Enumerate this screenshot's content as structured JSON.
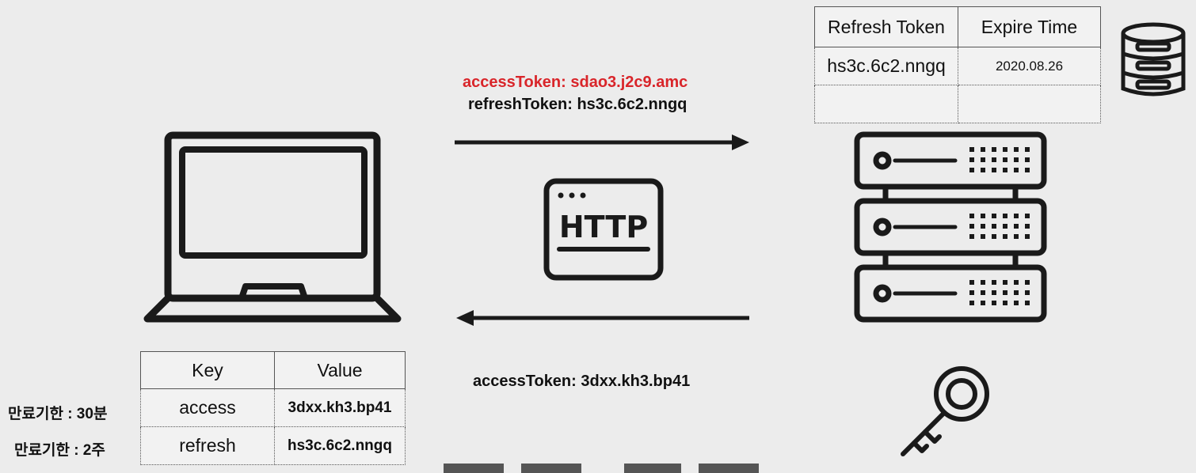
{
  "request": {
    "access_line": "accessToken: sdao3.j2c9.amc",
    "refresh_line": "refreshToken: hs3c.6c2.nngq"
  },
  "response": {
    "access_line": "accessToken: 3dxx.kh3.bp41"
  },
  "http_icon_label": "HTTP",
  "client_table": {
    "headers": [
      "Key",
      "Value"
    ],
    "rows": [
      {
        "key": "access",
        "value": "3dxx.kh3.bp41"
      },
      {
        "key": "refresh",
        "value": "hs3c.6c2.nngq"
      }
    ]
  },
  "expiry_labels": {
    "access": "만료기한 : 30분",
    "refresh": "만료기한 : 2주"
  },
  "server_table": {
    "headers": [
      "Refresh Token",
      "Expire Time"
    ],
    "rows": [
      {
        "token": "hs3c.6c2.nngq",
        "expire": "2020.08.26"
      },
      {
        "token": "",
        "expire": ""
      }
    ]
  },
  "colors": {
    "highlight_text": "#d9252a",
    "stroke": "#1a1a1a",
    "background": "#ececec"
  },
  "icons": [
    "laptop-icon",
    "http-icon",
    "server-icon",
    "database-icon",
    "key-icon"
  ]
}
